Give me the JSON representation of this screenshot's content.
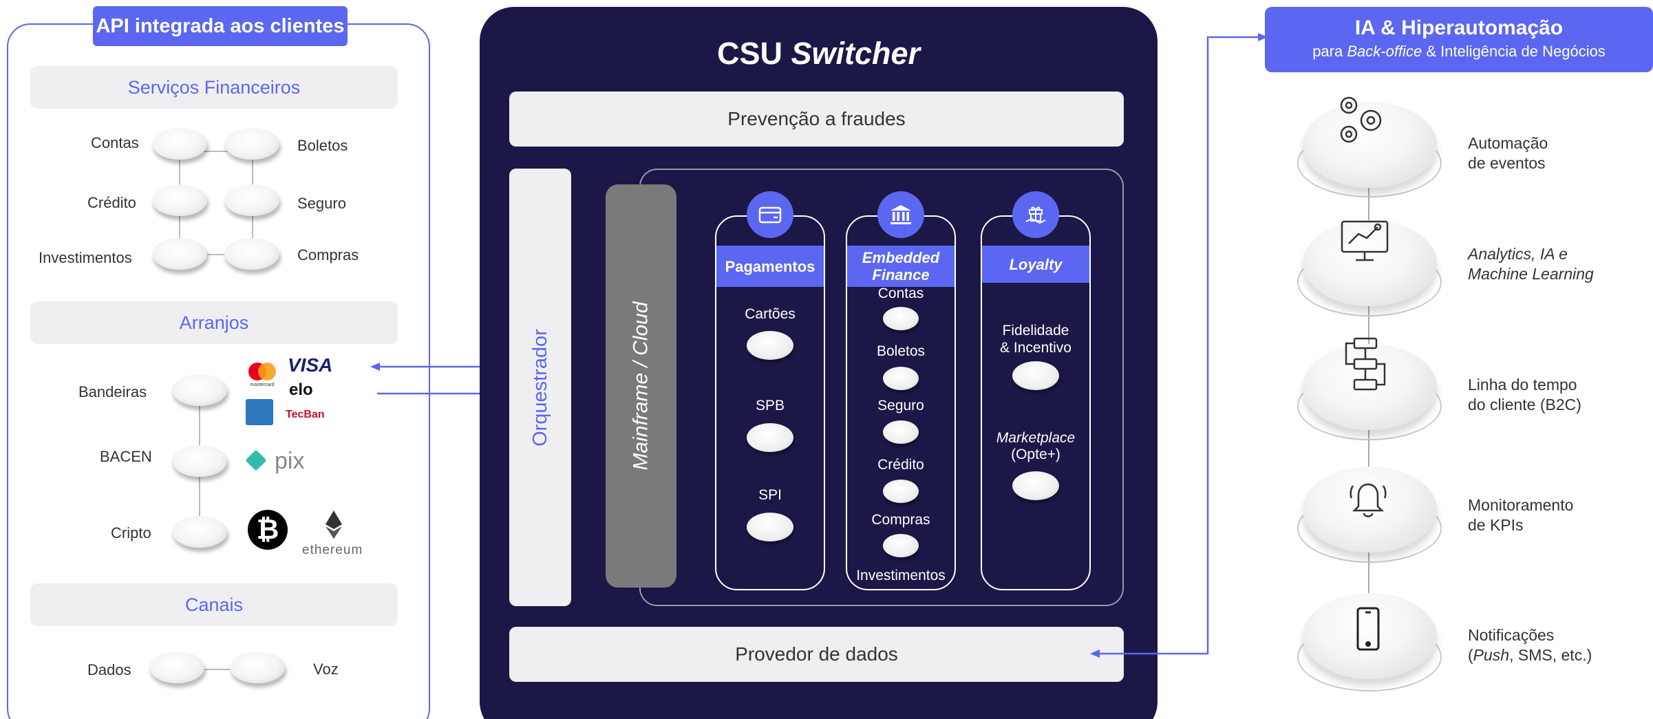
{
  "left": {
    "title": "API integrada aos clientes",
    "financial": {
      "header": "Serviços Financeiros",
      "items": [
        "Contas",
        "Boletos",
        "Crédito",
        "Seguro",
        "Investimentos",
        "Compras"
      ]
    },
    "arrangements": {
      "header": "Arranjos",
      "items": [
        "Bandeiras",
        "BACEN",
        "Cripto"
      ],
      "logos": [
        "mastercard",
        "VISA",
        "elo",
        "TecBan",
        "pix",
        "ethereum"
      ]
    },
    "channels": {
      "header": "Canais",
      "items": [
        "Dados",
        "Voz"
      ]
    }
  },
  "center": {
    "title_prefix": "CSU",
    "title_italic": "Switcher",
    "fraud": "Prevenção a fraudes",
    "orchestrator": "Orquestrador",
    "mainframe": "Mainframe / Cloud",
    "data_provider": "Provedor de dados",
    "columns": [
      {
        "title": "Pagamentos",
        "icon": "card-icon",
        "items": [
          "Cartões",
          "SPB",
          "SPI"
        ]
      },
      {
        "title": "Embedded Finance",
        "icon": "bank-icon",
        "items": [
          "Contas",
          "Boletos",
          "Seguro",
          "Crédito",
          "Compras",
          "Investimentos"
        ]
      },
      {
        "title": "Loyalty",
        "icon": "gift-icon",
        "items": [
          "Fidelidade\n& Incentivo",
          "Marketplace",
          "(Opte+)"
        ]
      }
    ]
  },
  "right": {
    "title": "IA & Hiperautomação",
    "subtitle_pre": "para",
    "subtitle_italic": "Back-office",
    "subtitle_post": "& Inteligência de Negócios",
    "items": [
      {
        "line1": "Automação",
        "line2": "de eventos",
        "icon": "gears-icon"
      },
      {
        "line1": "Analytics, IA e",
        "line2": "Machine Learning",
        "icon": "analytics-monitor-icon"
      },
      {
        "line1": "Linha do tempo",
        "line2": "do cliente (B2C)",
        "icon": "flowchart-icon"
      },
      {
        "line1": "Monitoramento",
        "line2": "de KPIs",
        "icon": "bell-icon"
      },
      {
        "line1": "Notificações",
        "line2_italic": "Push",
        "line2_rest": ", SMS, etc.)",
        "line2_open": "(",
        "icon": "smartphone-icon"
      }
    ]
  },
  "colors": {
    "accent": "#5b67f0",
    "navy": "#1b1847",
    "bar": "#efeff1"
  }
}
